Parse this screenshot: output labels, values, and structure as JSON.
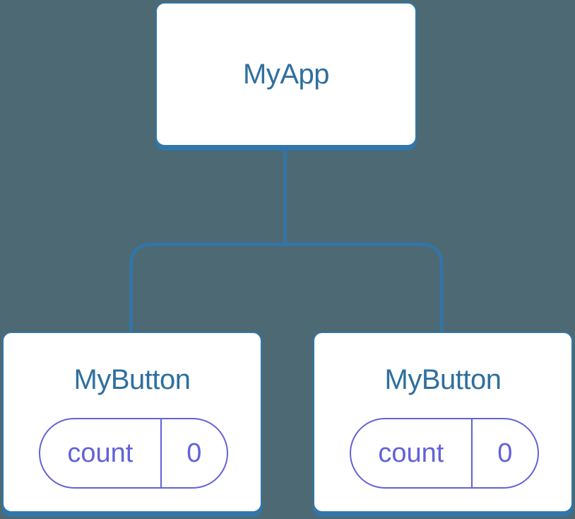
{
  "colors": {
    "bg": "#4d6973",
    "line": "#3176aa",
    "title": "#2f6f9e",
    "pill": "#6262d8",
    "node-bg": "#ffffff"
  },
  "tree": {
    "root": {
      "label": "MyApp"
    },
    "children": [
      {
        "label": "MyButton",
        "state": {
          "key": "count",
          "value": "0"
        }
      },
      {
        "label": "MyButton",
        "state": {
          "key": "count",
          "value": "0"
        }
      }
    ]
  }
}
